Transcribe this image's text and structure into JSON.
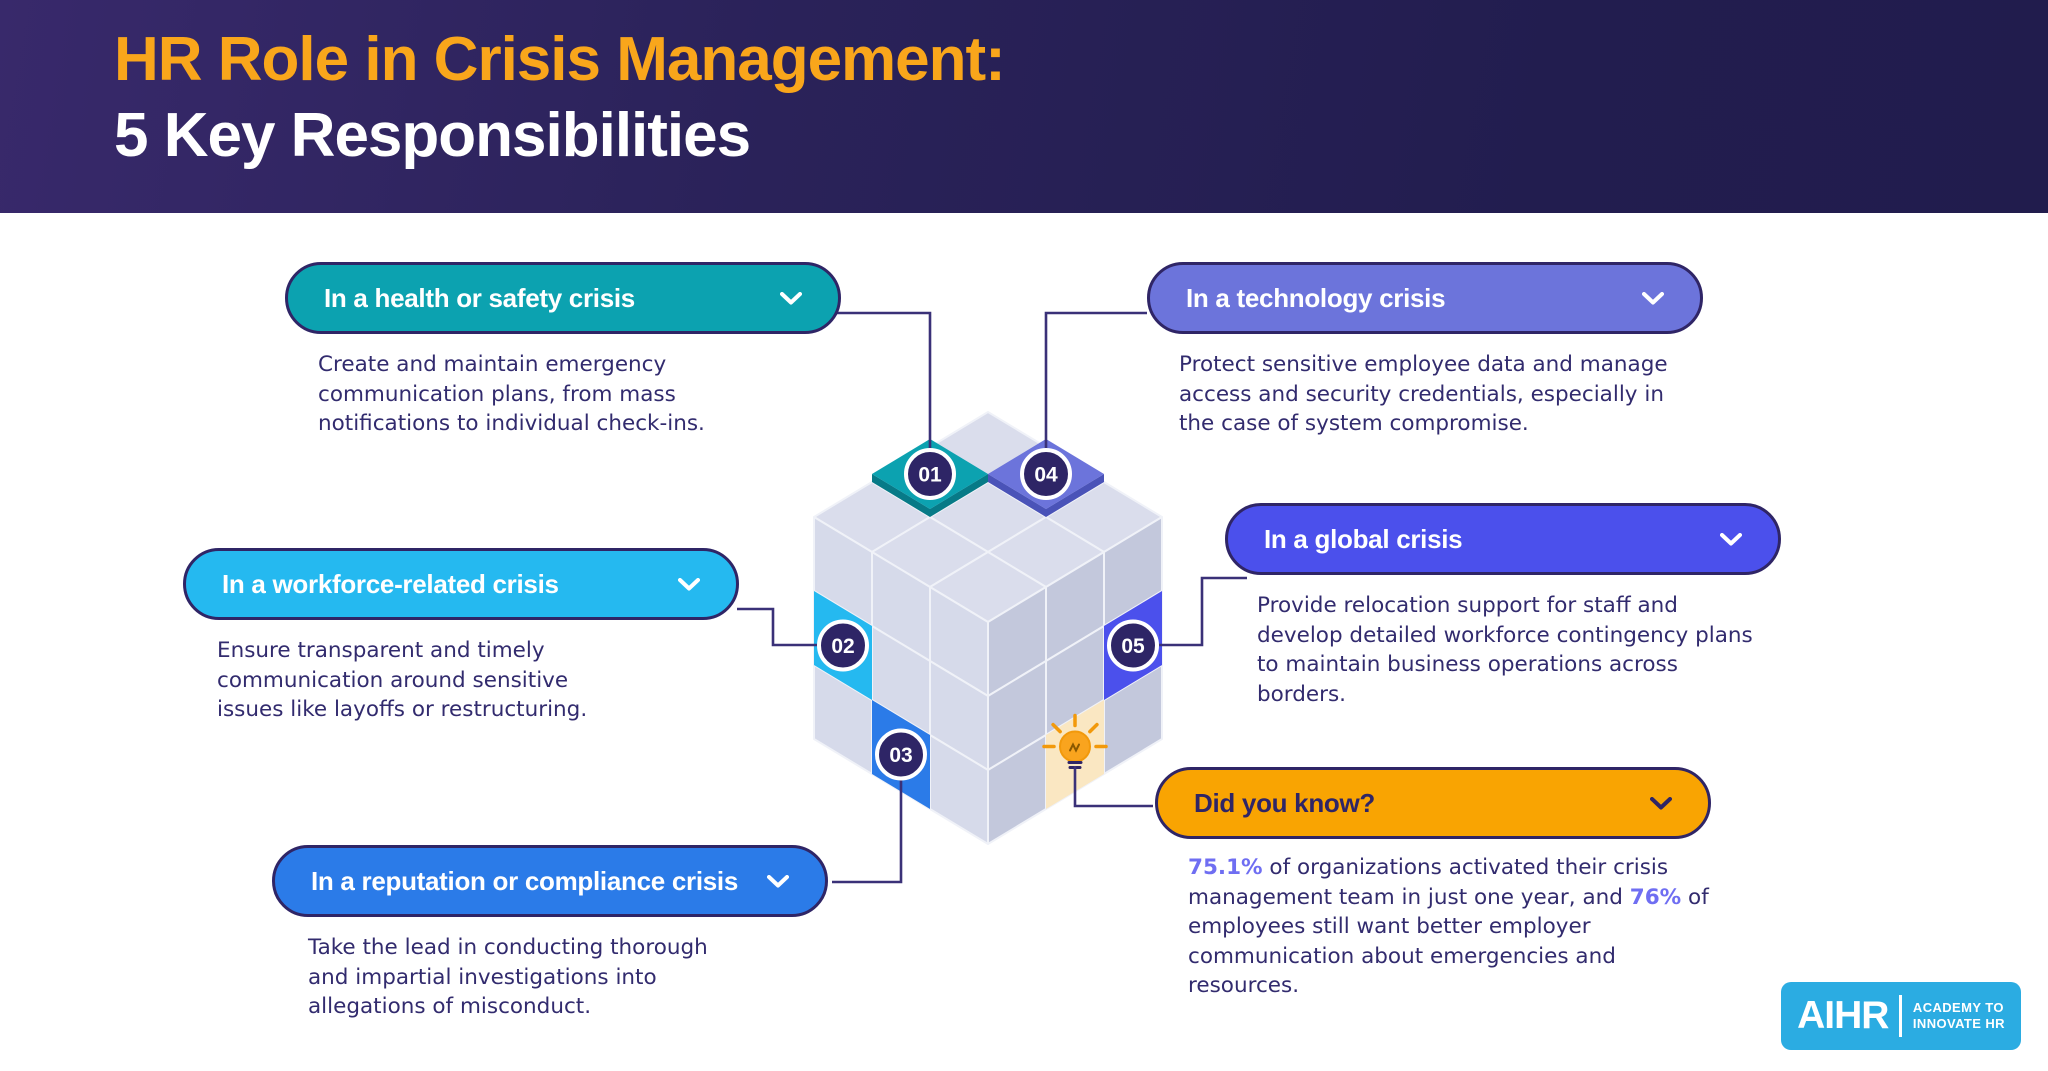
{
  "header": {
    "title_line1": "HR Role in Crisis Management:",
    "title_line2": "5 Key Responsibilities"
  },
  "cards": [
    {
      "id": "health-safety",
      "label": "In a health or safety crisis",
      "color": "#0CA2B0",
      "text_color": "#FFFFFF",
      "desc": [
        {
          "t": "Create and maintain emergency\ncommunication plans, from mass\nnotifications to individual check-ins."
        }
      ]
    },
    {
      "id": "workforce",
      "label": "In a workforce-related crisis",
      "color": "#25B9F0",
      "text_color": "#FFFFFF",
      "desc": [
        {
          "t": "Ensure transparent and timely\ncommunication around sensitive\nissues like layoffs or restructuring."
        }
      ]
    },
    {
      "id": "reputation-compliance",
      "label": "In a reputation or compliance crisis",
      "color": "#2B7BE8",
      "text_color": "#FFFFFF",
      "desc": [
        {
          "t": "Take the lead in conducting thorough\nand impartial investigations into\nallegations of misconduct."
        }
      ]
    },
    {
      "id": "technology",
      "label": "In a technology crisis",
      "color": "#6C74DB",
      "text_color": "#FFFFFF",
      "desc": [
        {
          "t": "Protect sensitive employee data and manage\naccess and security credentials, especially in\nthe case of system compromise."
        }
      ]
    },
    {
      "id": "global",
      "label": "In a global crisis",
      "color": "#4B50EC",
      "text_color": "#FFFFFF",
      "desc": [
        {
          "t": "Provide relocation support for staff and\ndevelop detailed workforce contingency plans\nto maintain business operations across\nborders."
        }
      ]
    },
    {
      "id": "did-you-know",
      "label": "Did you know?",
      "color": "#F9A402",
      "text_color": "#2F2566",
      "desc": [
        {
          "t": "75.1%",
          "hl": 1
        },
        {
          "t": " of organizations activated their crisis\nmanagement team in just one year, and "
        },
        {
          "t": "76%",
          "hl": 1
        },
        {
          "t": " of\nemployees still want better employer\ncommunication about emergencies and resources."
        }
      ]
    }
  ],
  "cube": {
    "badge_bg": "#2E2566",
    "face_top": "#DADDEC",
    "face_left": "#D6DAEA",
    "face_right": "#C3C8DC",
    "tile_gap": "#F0F2F8",
    "tiles": [
      {
        "face": "top",
        "i": 0,
        "j": 1,
        "color": "#0CA2B0",
        "shade": "#077A87",
        "badge": "01"
      },
      {
        "face": "top",
        "i": 1,
        "j": 0,
        "color": "#6C74DB",
        "shade": "#4A53B8",
        "badge": "04"
      },
      {
        "face": "left",
        "i": 0,
        "k": 1,
        "color": "#25B9F0",
        "badge": "02"
      },
      {
        "face": "left",
        "i": 1,
        "k": 2,
        "color": "#2B7BE8",
        "badge": "03"
      },
      {
        "face": "right",
        "j": 2,
        "k": 1,
        "color": "#4B50EC",
        "badge": "05"
      },
      {
        "face": "right",
        "j": 1,
        "k": 2,
        "color": "#FAE7C2",
        "bulb": true
      }
    ],
    "bulb_color": "#F9A41E",
    "bulb_ray_color": "#F2990B",
    "bulb_detail": "#8A5800"
  },
  "logo": {
    "name": "AIHR",
    "tagline_line1": "ACADEMY TO",
    "tagline_line2": "INNOVATE HR"
  },
  "colors": {
    "connector": "#3A3178",
    "body_text": "#322B6E",
    "highlight": "#6F6EF2",
    "title_accent": "#F9A61B",
    "pill_border": "#2F2566",
    "logo_bg": "#2BACE2"
  }
}
